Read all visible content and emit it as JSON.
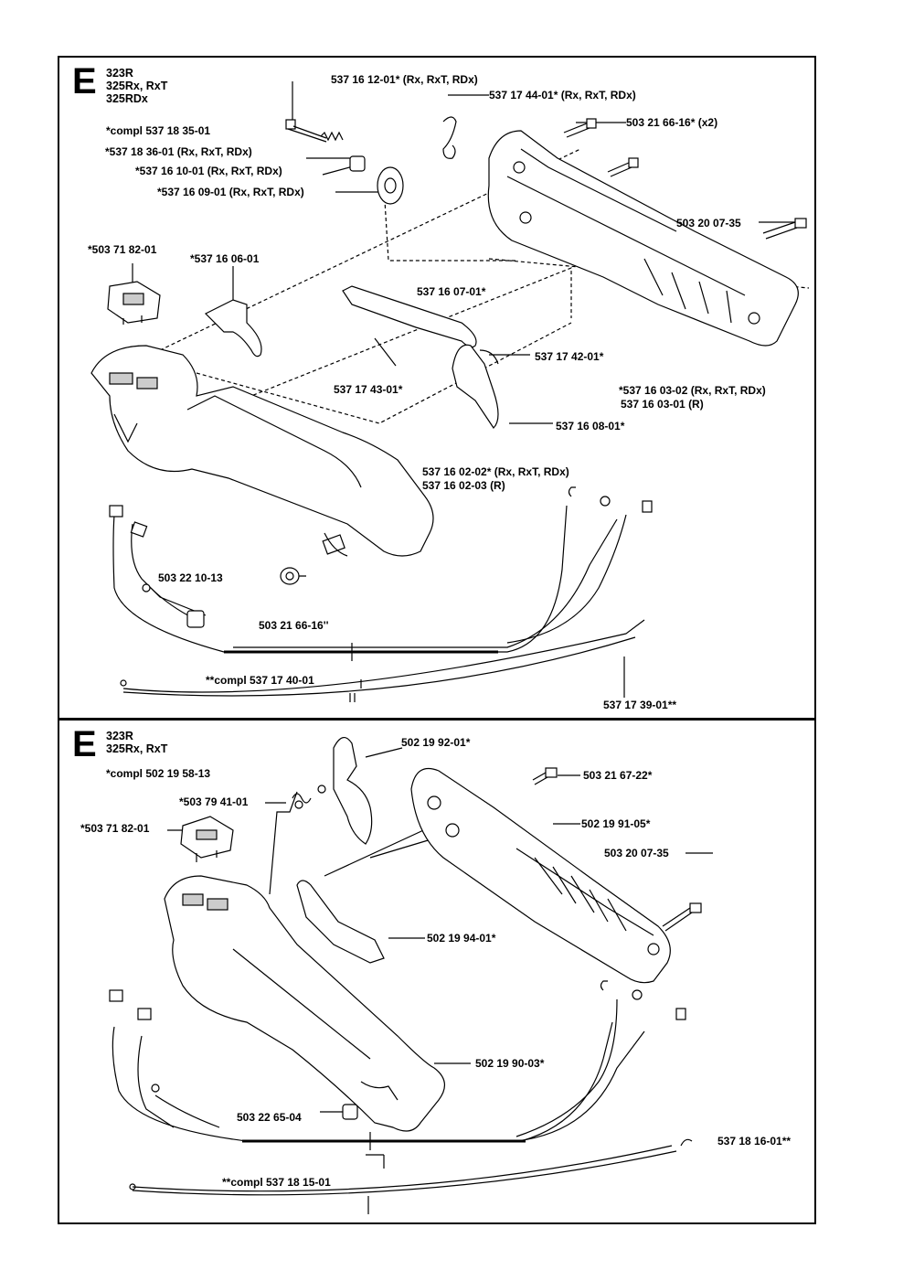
{
  "top": {
    "letter": "E",
    "models": [
      "323R",
      "325Rx, RxT",
      "325RDx"
    ],
    "labels": {
      "compl_handle": "*compl 537 18 35-01",
      "p537161201": "537 16 12-01* (Rx, RxT, RDx)",
      "p537174401": "537 17 44-01* (Rx, RxT, RDx)",
      "p503216616x2": "503 21 66-16* (x2)",
      "p537183601": "*537 18 36-01 (Rx, RxT, RDx)",
      "p537161001": "*537 16 10-01 (Rx, RxT, RDx)",
      "p537160901": "*537 16 09-01 (Rx, RxT, RDx)",
      "p503200735": "503 20 07-35",
      "p503718201": "*503 71 82-01",
      "p537160601": "*537 16 06-01",
      "p537160701": "537 16 07-01*",
      "p537174201": "537 17 42-01*",
      "p537174301": "537 17 43-01*",
      "p537160302": "*537 16 03-02 (Rx, RxT, RDx)",
      "p537160301": "537 16 03-01 (R)",
      "p537160801": "537 16 08-01*",
      "p537160202": "537 16 02-02* (Rx, RxT, RDx)",
      "p537160203": "537 16 02-03 (R)",
      "p503221013": "503 22 10-13",
      "p503216616": "503 21 66-16''",
      "compl_cable": "**compl 537 17 40-01",
      "p537173901": "537 17 39-01**"
    }
  },
  "bottom": {
    "letter": "E",
    "models": [
      "323R",
      "325Rx, RxT"
    ],
    "labels": {
      "compl_handle": "*compl 502 19 58-13",
      "p502199201": "502 19 92-01*",
      "p503216722": "503 21 67-22*",
      "p503794101": "*503 79 41-01",
      "p503718201": "*503 71 82-01",
      "p502199105": "502 19 91-05*",
      "p503200735": "503 20 07-35",
      "p502199401": "502 19 94-01*",
      "p502199003": "502 19 90-03*",
      "p503226504": "503 22 65-04",
      "compl_cable": "**compl 537 18 15-01",
      "p537181601": "537 18 16-01**"
    }
  }
}
